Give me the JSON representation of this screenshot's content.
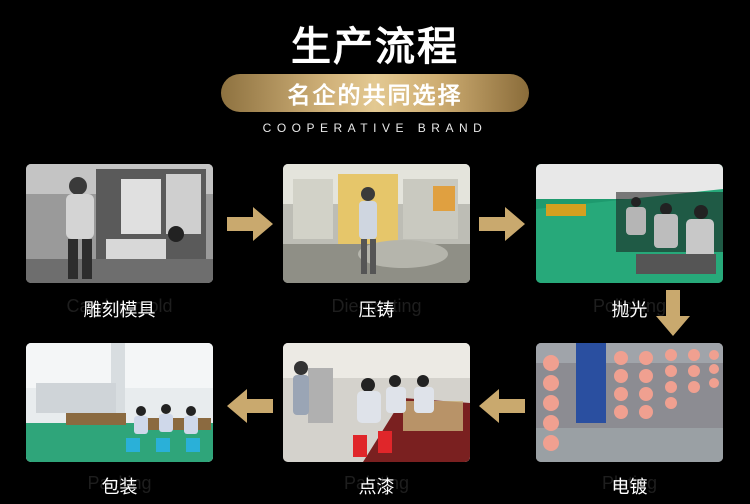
{
  "header": {
    "title": "生产流程",
    "pill_text": "名企的共同选择",
    "subtitle": "COOPERATIVE BRAND"
  },
  "steps": [
    {
      "label": "雕刻模具",
      "ghost": "Carving mold"
    },
    {
      "label": "压铸",
      "ghost": "Die-casting"
    },
    {
      "label": "抛光",
      "ghost": "Polishing"
    },
    {
      "label": "电镀",
      "ghost": "Plating"
    },
    {
      "label": "点漆",
      "ghost": "Painting"
    },
    {
      "label": "包装",
      "ghost": "Packing"
    }
  ],
  "colors": {
    "background": "#000000",
    "gold": "#c9a96e",
    "text": "#ffffff"
  },
  "icons": [
    "arrow-right-icon",
    "arrow-down-icon",
    "arrow-left-icon"
  ]
}
